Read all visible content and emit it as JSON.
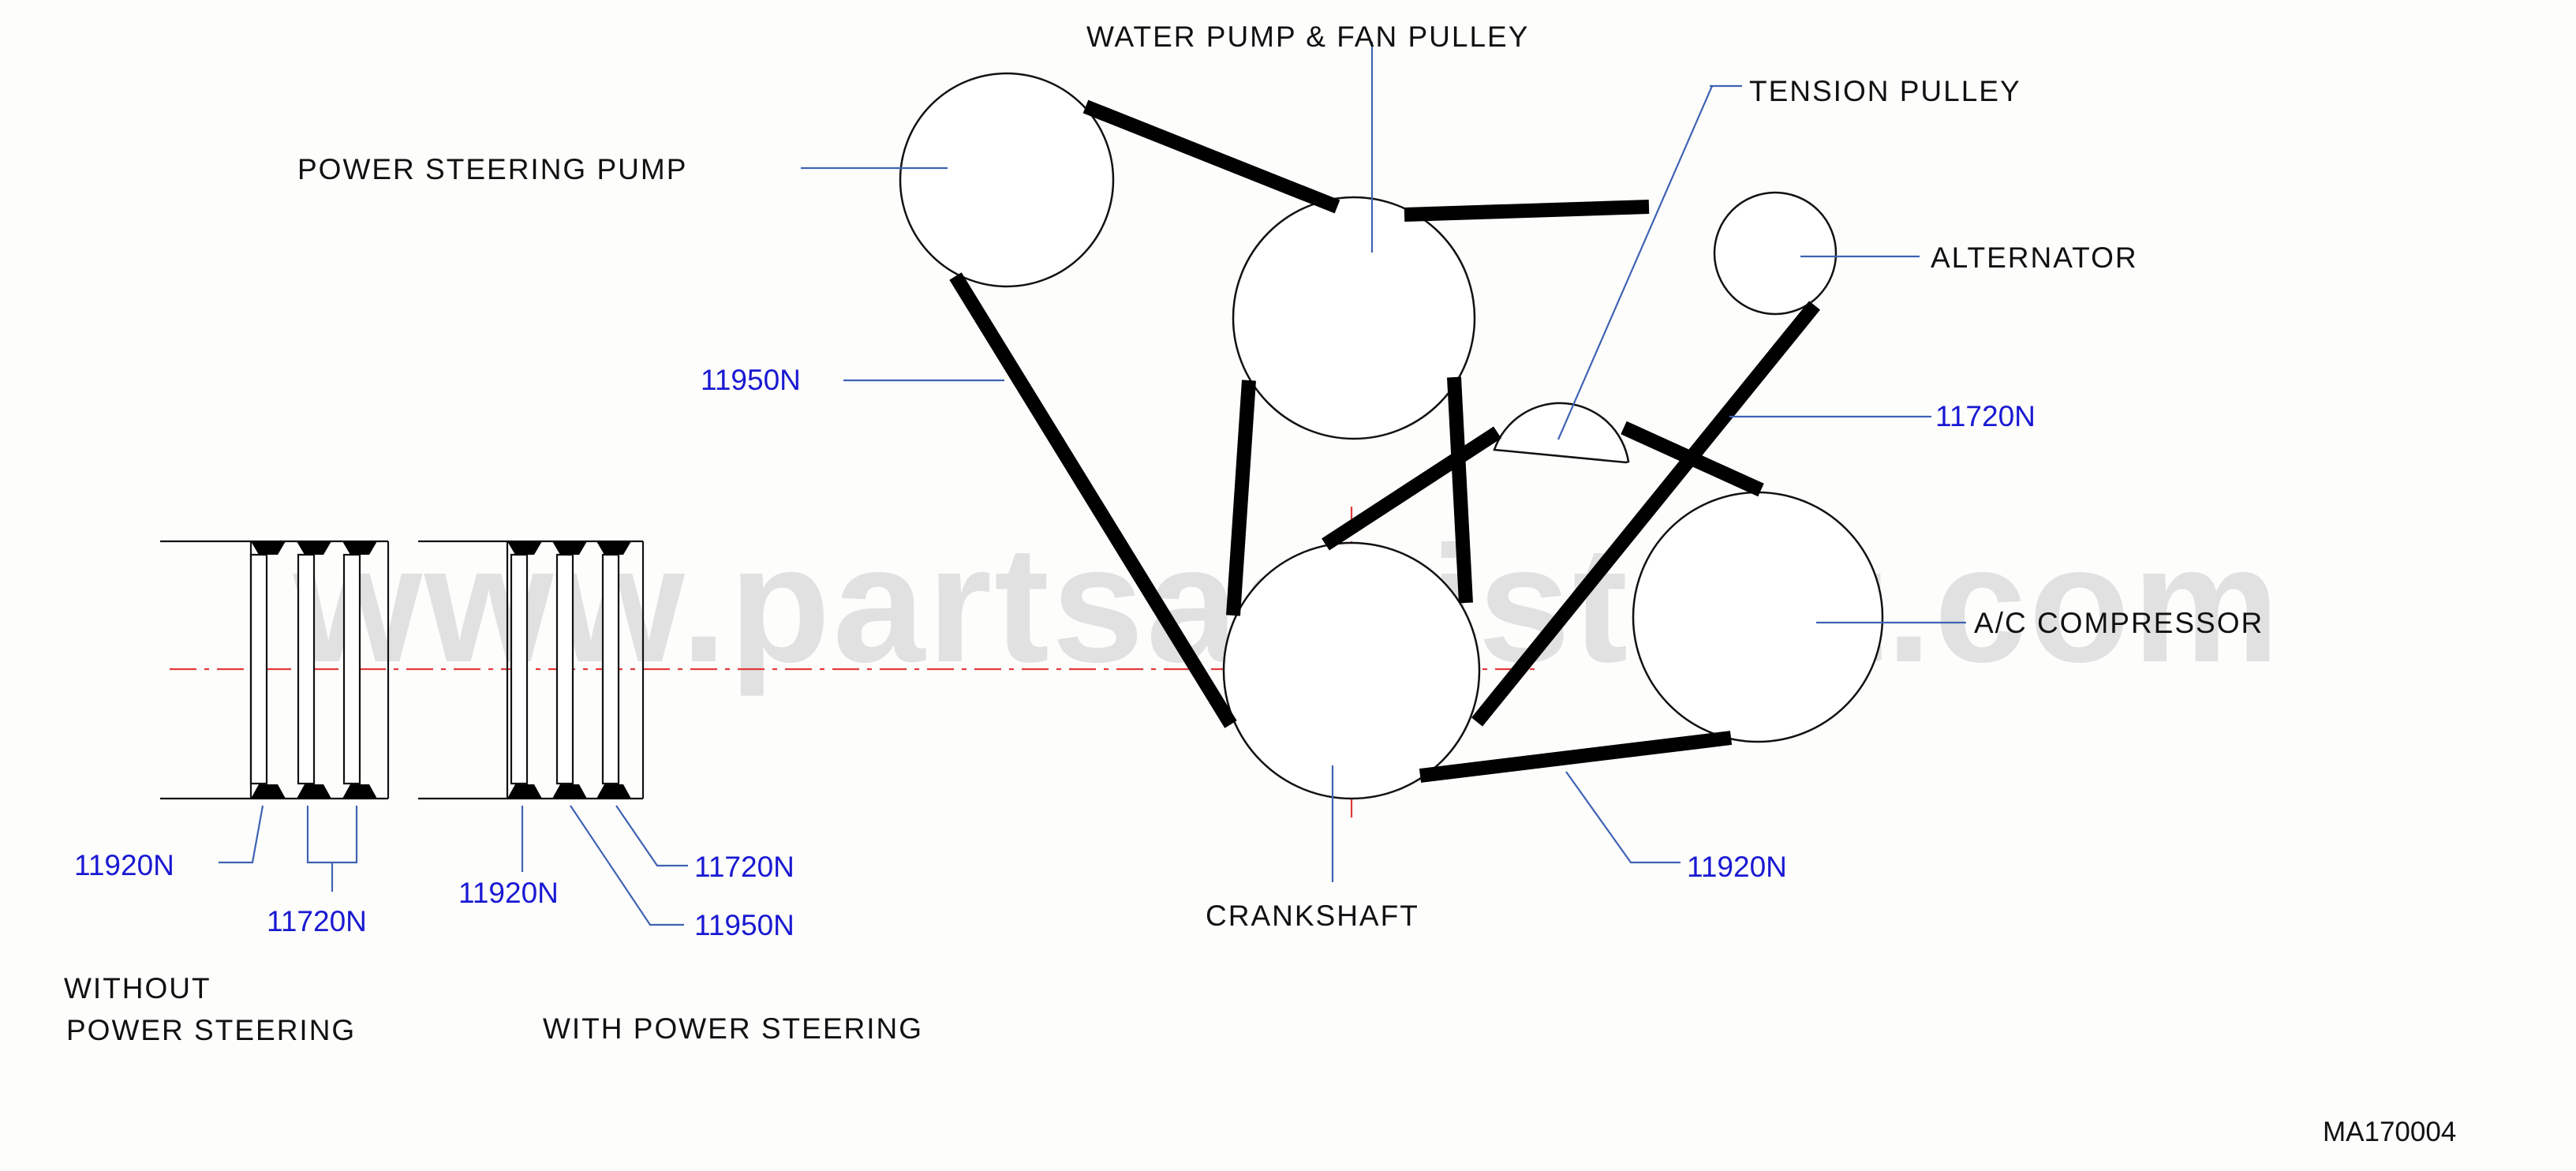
{
  "watermark": "www.partsassistant.com",
  "components": {
    "water_pump": "WATER  PUMP  &  FAN  PULLEY",
    "tension_pulley": "TENSION  PULLEY",
    "power_steering_pump": "POWER  STEERING  PUMP",
    "alternator": "ALTERNATOR",
    "ac_compressor": "A/C  COMPRESSOR",
    "crankshaft": "CRANKSHAFT"
  },
  "belts": {
    "power_steering_belt": "11950N",
    "alternator_belt": "11720N",
    "compressor_belt": "11920N"
  },
  "cross_sections": {
    "without_ps": {
      "title_line1": "WITHOUT",
      "title_line2": "POWER  STEERING",
      "part_a": "11920N",
      "part_b": "11720N"
    },
    "with_ps": {
      "title": "WITH  POWER  STEERING",
      "part_a": "11920N",
      "part_b": "11720N",
      "part_c": "11950N"
    }
  },
  "diagram_code": "MA170004"
}
